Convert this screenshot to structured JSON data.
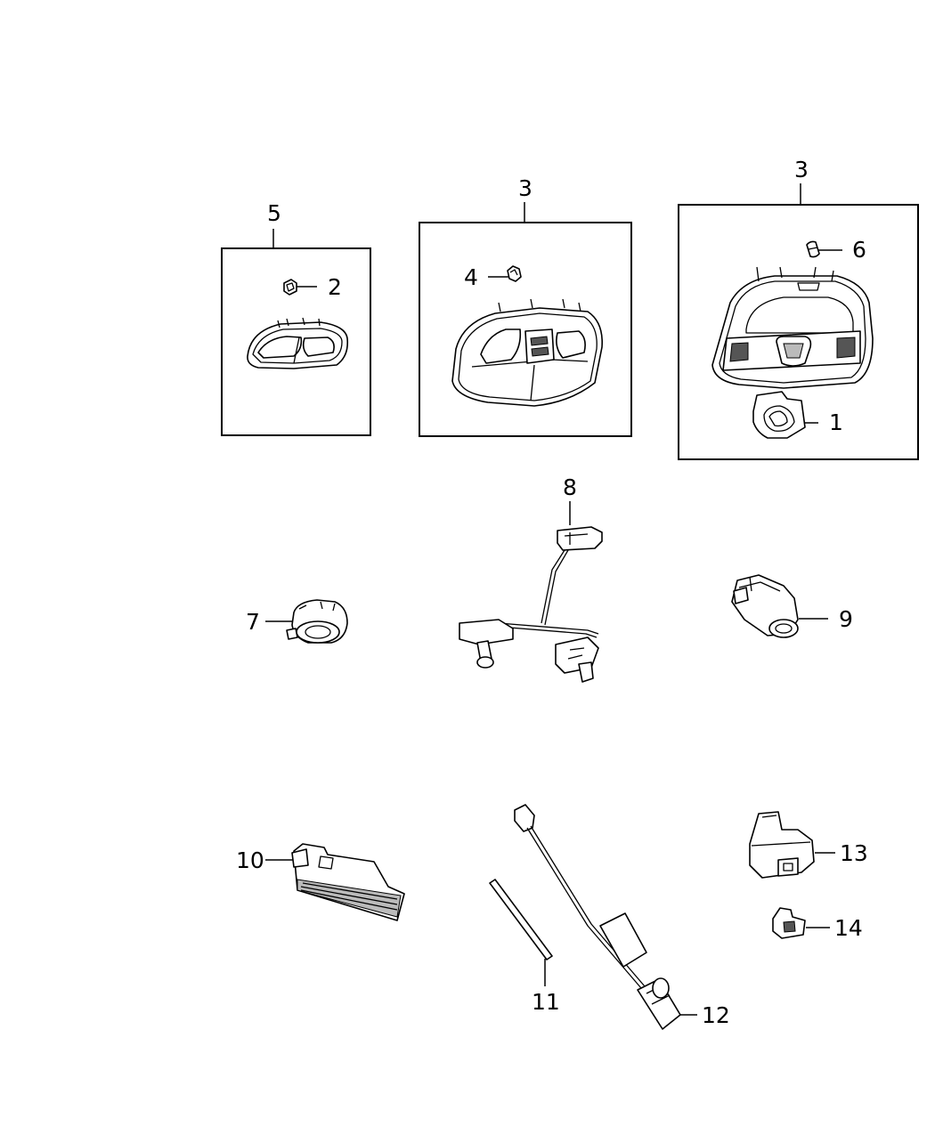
{
  "diagram": {
    "callouts": {
      "c1": "1",
      "c2": "2",
      "c3a": "3",
      "c3b": "3",
      "c4": "4",
      "c5": "5",
      "c6": "6",
      "c7": "7",
      "c8": "8",
      "c9": "9",
      "c10": "10",
      "c11": "11",
      "c12": "12",
      "c13": "13",
      "c14": "14"
    }
  }
}
